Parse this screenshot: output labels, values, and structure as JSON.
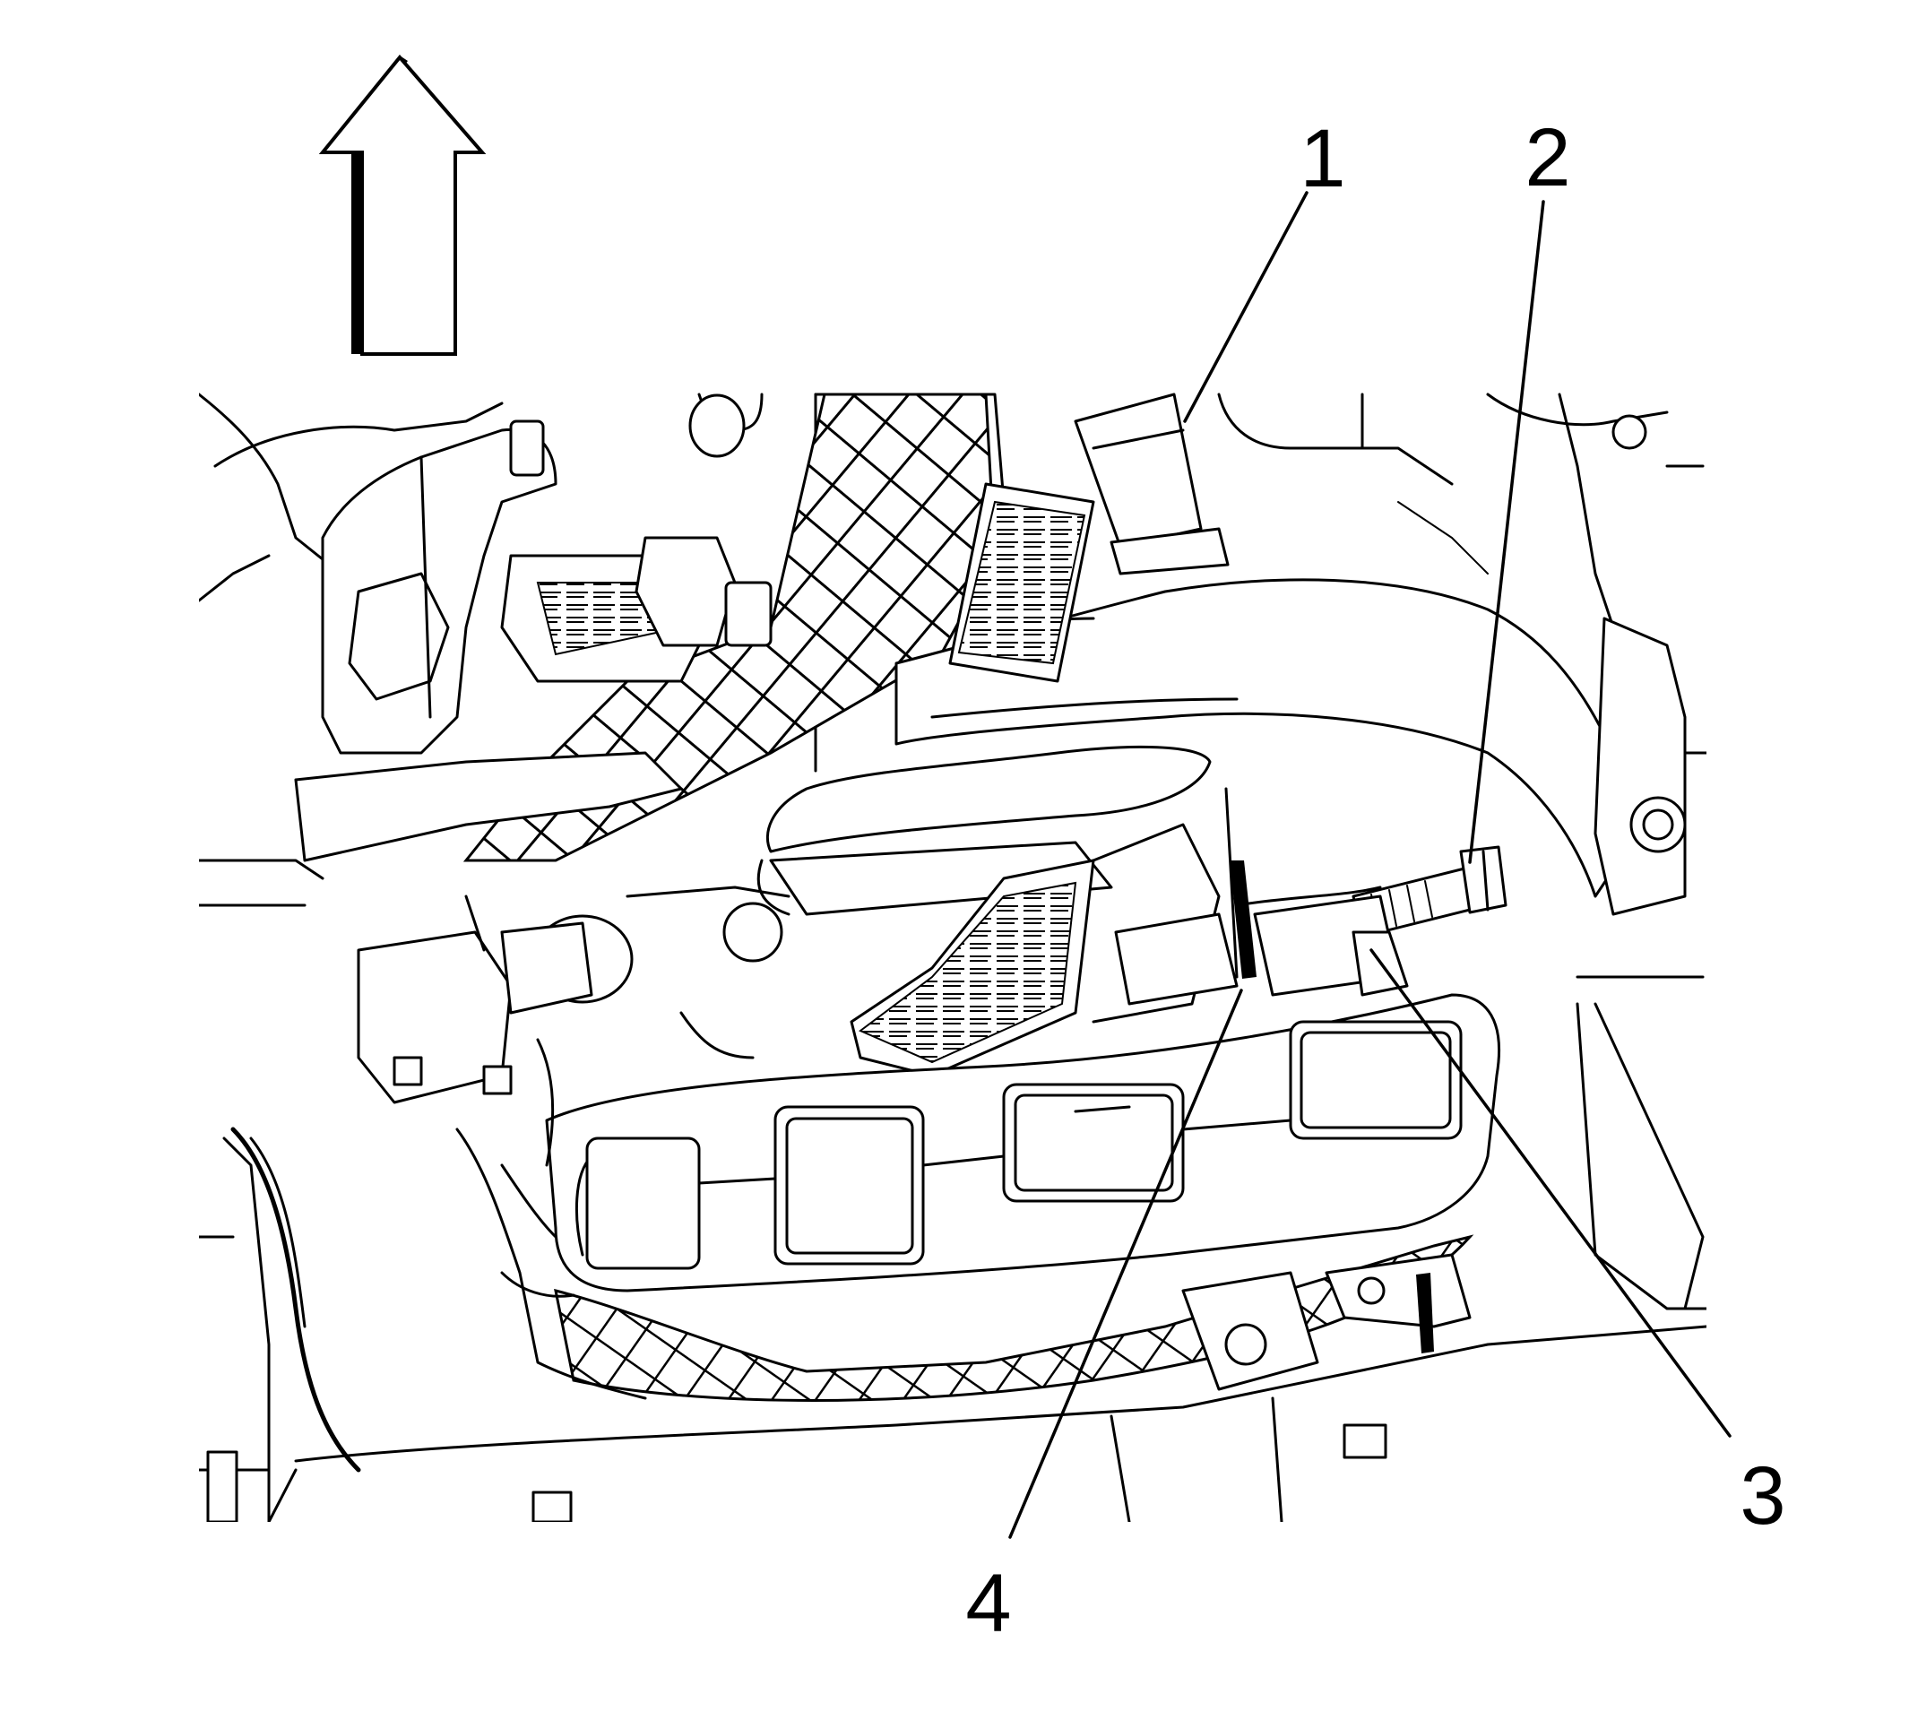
{
  "diagram": {
    "orientation_arrow": {
      "icon": "up-arrow-icon",
      "direction": "up"
    },
    "callouts": [
      {
        "id": "1",
        "label": "1"
      },
      {
        "id": "2",
        "label": "2"
      },
      {
        "id": "3",
        "label": "3"
      },
      {
        "id": "4",
        "label": "4"
      }
    ],
    "colors": {
      "line": "#000000",
      "background": "#ffffff"
    }
  }
}
